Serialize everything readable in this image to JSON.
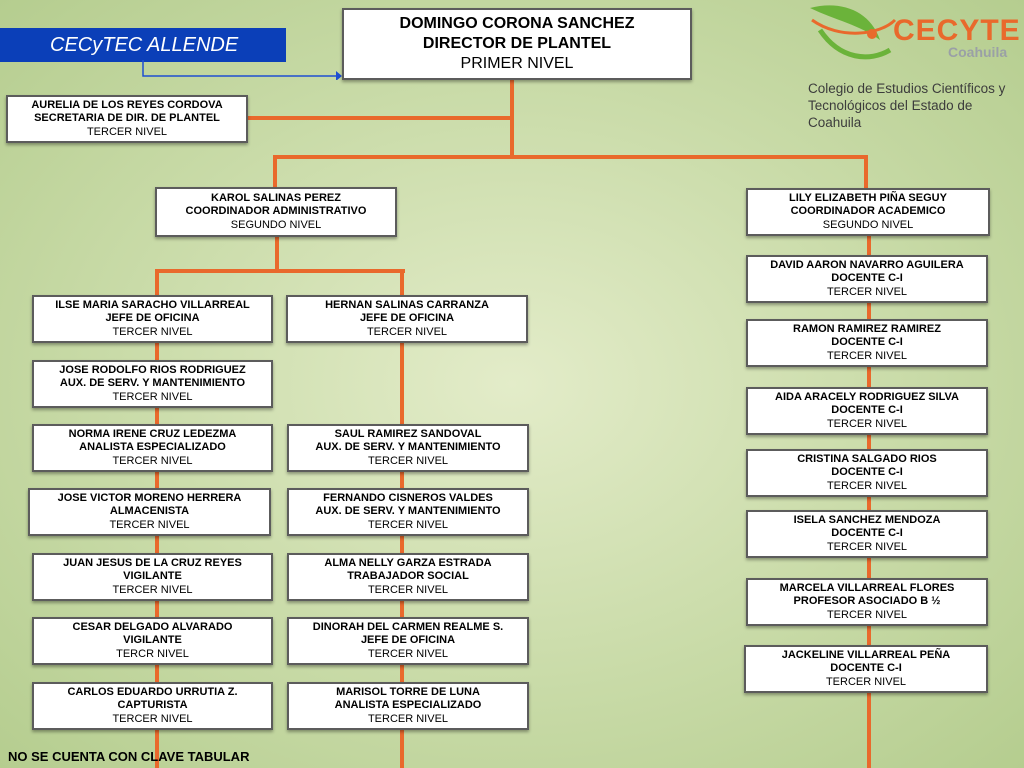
{
  "header": {
    "title": "CECyTEC ALLENDE",
    "footer_note": "NO SE CUENTA CON CLAVE TABULAR"
  },
  "logo": {
    "brand": "CECYTE",
    "state": "Coahuila",
    "line1": "Colegio de Estudios Científicos y",
    "line2": "Tecnológicos del Estado de Coahuila"
  },
  "colors": {
    "accent": "#0b3fb8",
    "connector": "#e9692c",
    "logo_green": "#6bb33a"
  },
  "director": {
    "name": "DOMINGO CORONA SANCHEZ",
    "role": "DIRECTOR DE PLANTEL",
    "level": "PRIMER NIVEL"
  },
  "secretary": {
    "name": "AURELIA DE LOS REYES CORDOVA",
    "role": "SECRETARIA DE DIR. DE PLANTEL",
    "level": "TERCER NIVEL"
  },
  "admin": {
    "coordinator": {
      "name": "KAROL SALINAS PEREZ",
      "role": "COORDINADOR ADMINISTRATIVO",
      "level": "SEGUNDO NIVEL"
    },
    "left_column": [
      {
        "name": "ILSE MARIA SARACHO VILLARREAL",
        "role": "JEFE DE OFICINA",
        "level": "TERCER NIVEL"
      },
      {
        "name": "JOSE RODOLFO RIOS RODRIGUEZ",
        "role": "AUX. DE SERV. Y MANTENIMIENTO",
        "level": "TERCER NIVEL"
      },
      {
        "name": "NORMA IRENE CRUZ LEDEZMA",
        "role": "ANALISTA ESPECIALIZADO",
        "level": "TERCER NIVEL"
      },
      {
        "name": "JOSE VICTOR MORENO HERRERA",
        "role": "ALMACENISTA",
        "level": "TERCER NIVEL"
      },
      {
        "name": "JUAN JESUS DE LA CRUZ REYES",
        "role": "VIGILANTE",
        "level": "TERCER NIVEL"
      },
      {
        "name": "CESAR DELGADO ALVARADO",
        "role": "VIGILANTE",
        "level": "TERCR NIVEL"
      },
      {
        "name": "CARLOS EDUARDO URRUTIA Z.",
        "role": "CAPTURISTA",
        "level": "TERCER NIVEL"
      }
    ],
    "right_column": [
      {
        "name": "HERNAN SALINAS CARRANZA",
        "role": "JEFE DE OFICINA",
        "level": "TERCER NIVEL"
      },
      {
        "name": "SAUL RAMIREZ SANDOVAL",
        "role": "AUX. DE SERV. Y MANTENIMIENTO",
        "level": "TERCER NIVEL"
      },
      {
        "name": "FERNANDO CISNEROS VALDES",
        "role": "AUX. DE SERV. Y MANTENIMIENTO",
        "level": "TERCER NIVEL"
      },
      {
        "name": "ALMA NELLY GARZA ESTRADA",
        "role": "TRABAJADOR SOCIAL",
        "level": "TERCER NIVEL"
      },
      {
        "name": "DINORAH DEL CARMEN REALME S.",
        "role": "JEFE DE OFICINA",
        "level": "TERCER NIVEL"
      },
      {
        "name": "MARISOL TORRE DE LUNA",
        "role": "ANALISTA ESPECIALIZADO",
        "level": "TERCER NIVEL"
      }
    ]
  },
  "academic": {
    "coordinator": {
      "name": "LILY ELIZABETH PIÑA SEGUY",
      "role": "COORDINADOR ACADEMICO",
      "level": "SEGUNDO NIVEL"
    },
    "column": [
      {
        "name": "DAVID AARON NAVARRO AGUILERA",
        "role": "DOCENTE C-I",
        "level": "TERCER NIVEL"
      },
      {
        "name": "RAMON RAMIREZ RAMIREZ",
        "role": "DOCENTE C-I",
        "level": "TERCER NIVEL"
      },
      {
        "name": "AIDA ARACELY RODRIGUEZ SILVA",
        "role": "DOCENTE C-I",
        "level": "TERCER NIVEL"
      },
      {
        "name": "CRISTINA SALGADO RIOS",
        "role": "DOCENTE C-I",
        "level": "TERCER NIVEL"
      },
      {
        "name": "ISELA SANCHEZ MENDOZA",
        "role": "DOCENTE C-I",
        "level": "TERCER NIVEL"
      },
      {
        "name": "MARCELA VILLARREAL FLORES",
        "role": "PROFESOR ASOCIADO B ½",
        "level": "TERCER NIVEL"
      },
      {
        "name": "JACKELINE VILLARREAL PEÑA",
        "role": "DOCENTE C-I",
        "level": "TERCER NIVEL"
      }
    ]
  }
}
